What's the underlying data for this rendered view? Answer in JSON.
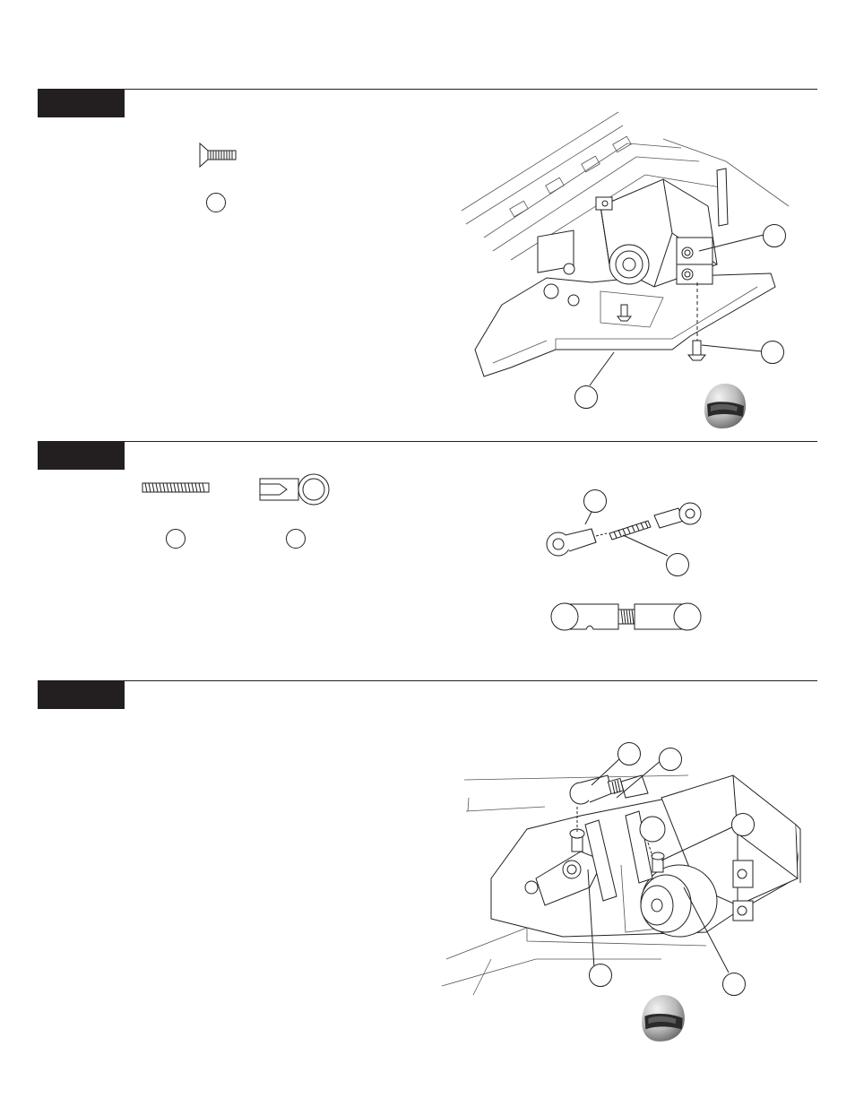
{
  "steps": [
    {
      "id": "step-1",
      "parts": [
        "flat-head-screw"
      ],
      "illustration": "servo-mount"
    },
    {
      "id": "step-2",
      "parts": [
        "threaded-rod",
        "ball-end"
      ],
      "illustration": "servo-linkage-assembly"
    },
    {
      "id": "step-3",
      "parts": [],
      "illustration": "linkage-install"
    }
  ],
  "icons": {
    "helmet": "helmet-icon"
  },
  "colors": {
    "ink": "#231f20",
    "tab": "#231f20"
  }
}
